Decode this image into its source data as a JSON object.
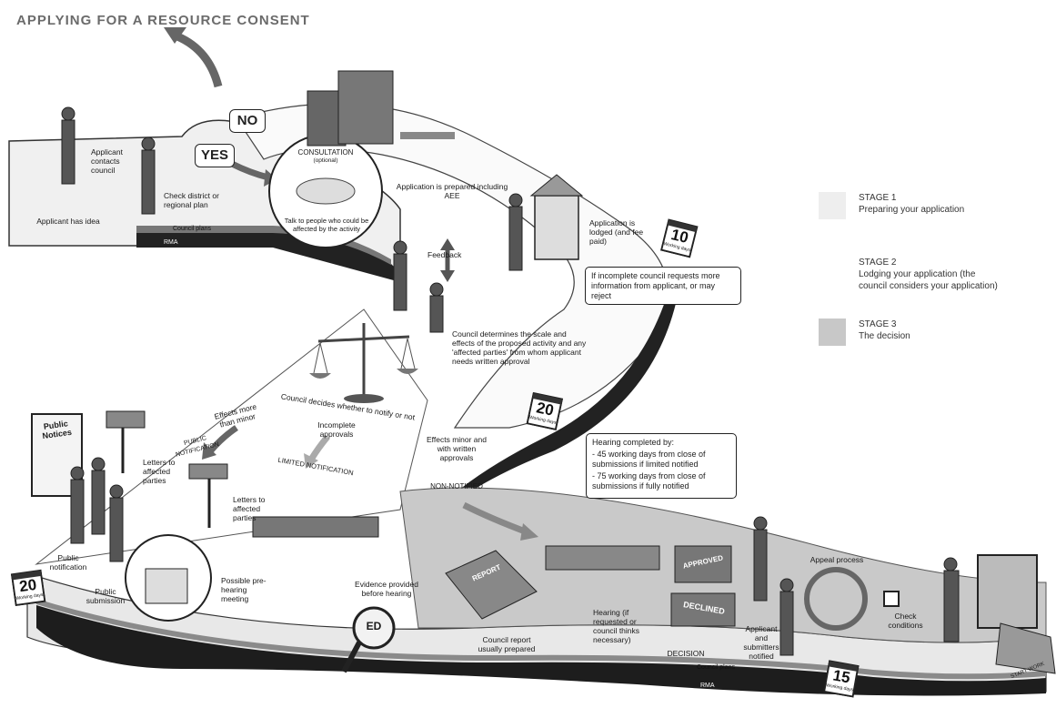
{
  "title": "APPLYING FOR A RESOURCE CONSENT",
  "legend": [
    {
      "label": "STAGE 1",
      "desc": "Preparing your application",
      "color": "#eeeeee"
    },
    {
      "label": "STAGE 2",
      "desc": "Lodging your application (the council considers your application)",
      "color": "#ffffff"
    },
    {
      "label": "STAGE 3",
      "desc": "The decision",
      "color": "#c8c8c8"
    }
  ],
  "decision_no": "NO",
  "decision_yes": "YES",
  "consultation": {
    "title": "CONSULTATION",
    "subtitle": "(optional)",
    "note": "Talk to people who could be affected by the activity"
  },
  "steps": {
    "idea": "Applicant has idea",
    "contacts": "Applicant contacts council",
    "check_plan": "Check district or regional plan",
    "prepared": "Application is prepared including AEE",
    "feedback": "Feedback",
    "lodged": "Application is lodged (and fee paid)",
    "determines": "Council determines the scale and effects of the proposed activity and any 'affected parties' from whom applicant needs written approval",
    "decides": "Council decides whether to notify or not",
    "more_than_minor": "Effects more than minor",
    "incomplete": "Incomplete approvals",
    "minor": "Effects minor and with written approvals",
    "public_notif_arrow": "PUBLIC NOTIFICATION",
    "limited_notif": "LIMITED NOTIFICATION",
    "non_notified": "NON-NOTIFIED",
    "letters1": "Letters to affected parties",
    "letters2": "Letters to affected parties",
    "public_notices": "Public Notices",
    "public_notification": "Public notification",
    "public_submission": "Public submission",
    "pre_hearing": "Possible pre-hearing meeting",
    "evidence": "Evidence provided before hearing",
    "report": "Council report usually prepared",
    "report_book": "REPORT",
    "hearing": "Hearing (if requested or council thinks necessary)",
    "decision": "DECISION",
    "approved": "APPROVED",
    "declined": "DECLINED",
    "notified": "Applicant and submitters notified",
    "appeal": "Appeal process",
    "check_conditions": "Check conditions",
    "start_work": "START WORK",
    "evidence_magnifier": "ED"
  },
  "incomplete_box": "If incomplete council requests more information from applicant, or may reject",
  "hearing_box": {
    "title": "Hearing completed by:",
    "line1": "- 45 working days from close of submissions if limited notified",
    "line2": "- 75 working days from close of submissions if fully notified"
  },
  "road": {
    "plans_top": "Council plans",
    "rma_top": "RMA",
    "plans_bottom": "Council plans",
    "rma_bottom": "RMA"
  },
  "calendars": [
    {
      "num": "10",
      "label": "Working days"
    },
    {
      "num": "20",
      "label": "Working days"
    },
    {
      "num": "20",
      "label": "Working days"
    },
    {
      "num": "15",
      "label": "Working days"
    }
  ]
}
